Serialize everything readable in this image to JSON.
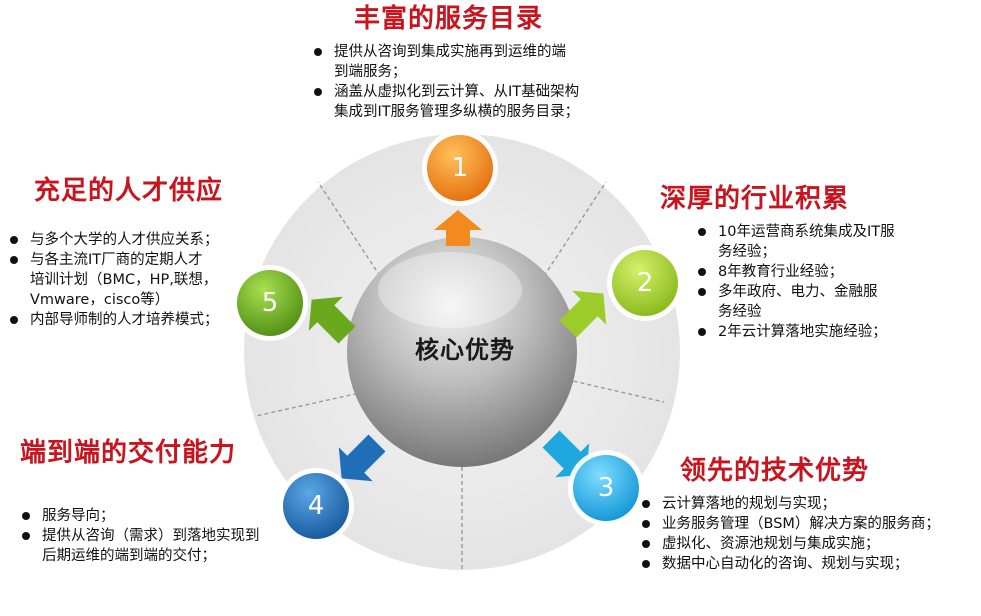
{
  "center": {
    "label": "核心优势"
  },
  "nodes": [
    {
      "number": "1",
      "color": "#f28a1e"
    },
    {
      "number": "2",
      "color": "#9ccc2a"
    },
    {
      "number": "3",
      "color": "#1fa8e0"
    },
    {
      "number": "4",
      "color": "#1f6fb8"
    },
    {
      "number": "5",
      "color": "#6aa81e"
    }
  ],
  "sections": {
    "s1": {
      "title": "丰富的服务目录",
      "items": [
        "提供从咨询到集成实施再到运维的端\n到端服务；",
        "涵盖从虚拟化到云计算、从IT基础架构\n集成到IT服务管理多纵横的服务目录；"
      ]
    },
    "s2": {
      "title": "深厚的行业积累",
      "items": [
        "10年运营商系统集成及IT服\n务经验；",
        "8年教育行业经验；",
        "多年政府、电力、金融服\n务经验",
        "2年云计算落地实施经验；"
      ]
    },
    "s3": {
      "title": "领先的技术优势",
      "items": [
        "云计算落地的规划与实现；",
        "业务服务管理（BSM）解决方案的服务商；",
        "虚拟化、资源池规划与集成实施；",
        "数据中心自动化的咨询、规划与实现；"
      ]
    },
    "s4": {
      "title": "端到端的交付能力",
      "items": [
        "服务导向；",
        "提供从咨询（需求）到落地实现到\n后期运维的端到端的交付；"
      ]
    },
    "s5": {
      "title": "充足的人才供应",
      "items": [
        "与多个大学的人才供应关系；",
        "与各主流IT厂商的定期人才\n培训计划（BMC，HP,联想，\nVmware，cisco等）",
        "内部导师制的人才培养模式；"
      ]
    }
  }
}
